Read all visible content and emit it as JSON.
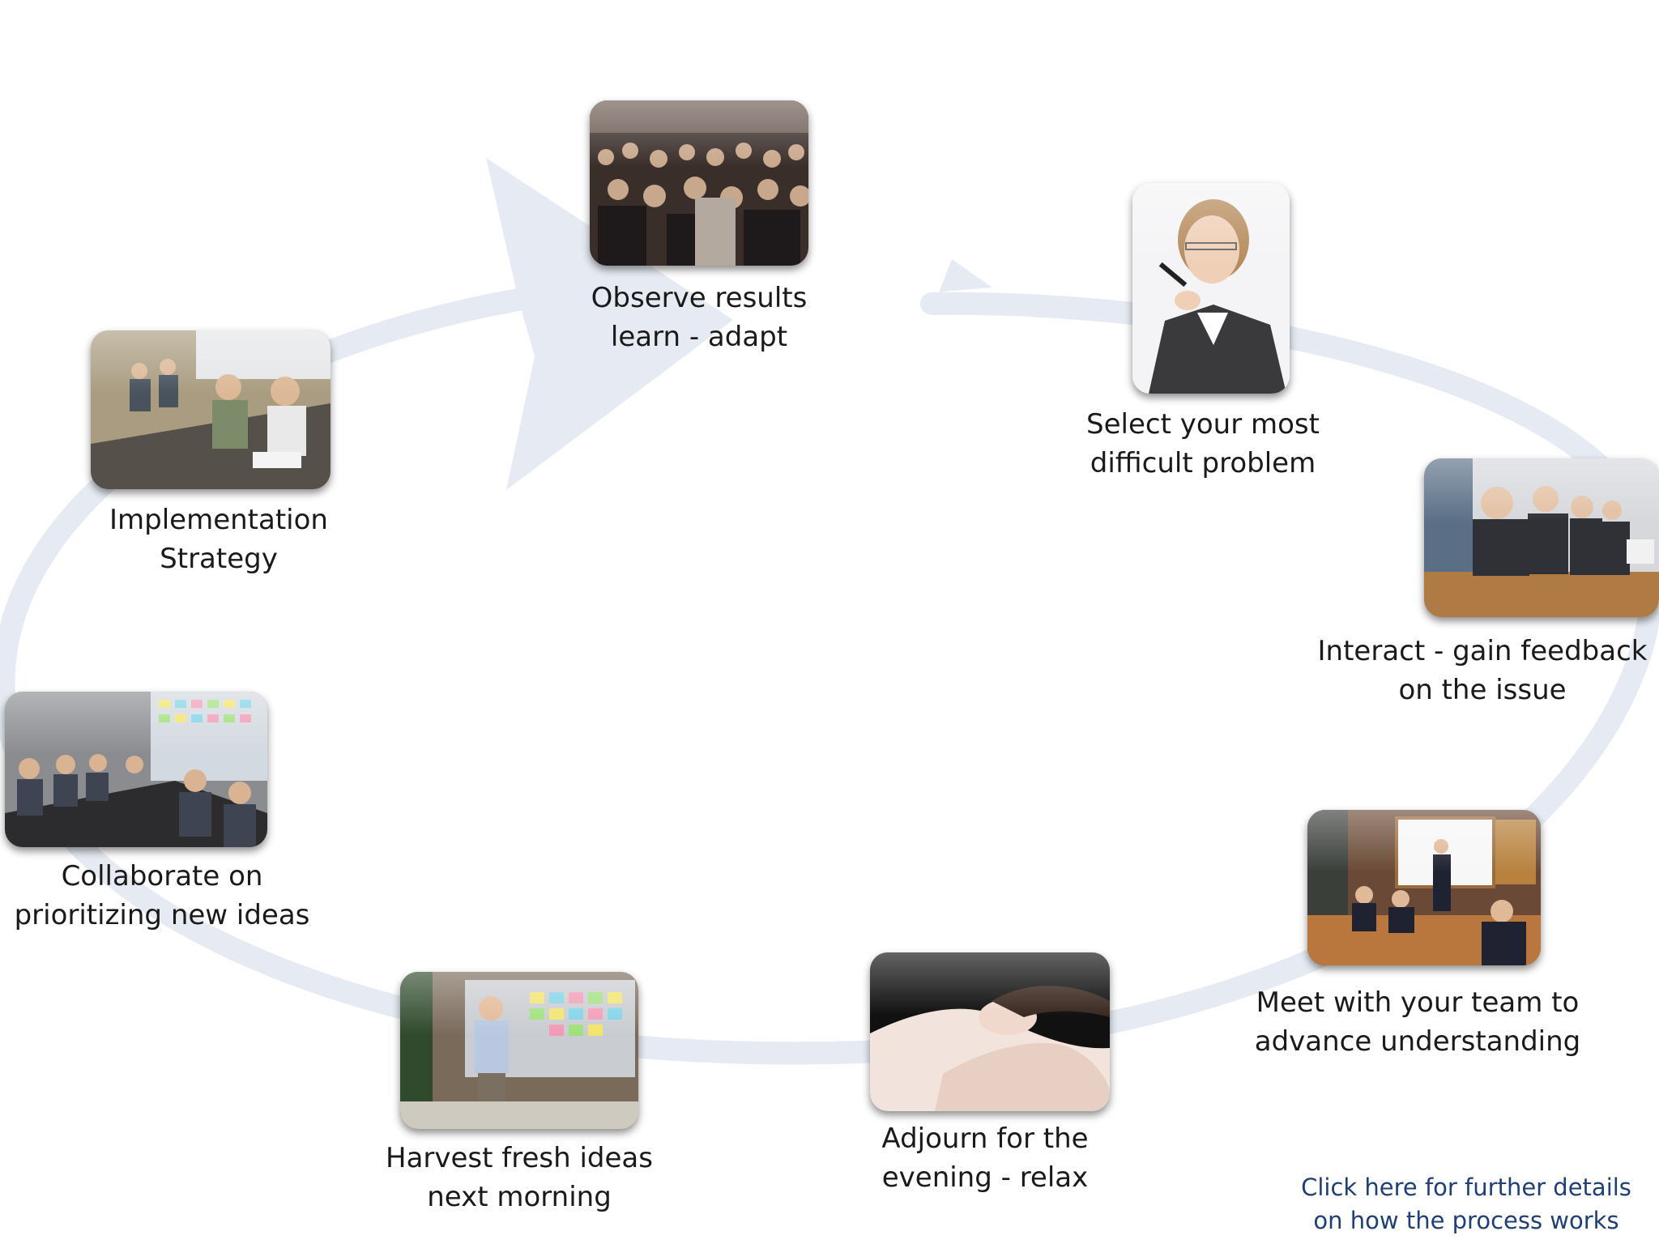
{
  "colors": {
    "arrow": "#e6ebf3",
    "caption_text": "#1a1a1a",
    "link_text": "#1f3f77"
  },
  "steps": [
    {
      "id": "select-problem",
      "line1": "Select your most",
      "line2": "difficult problem",
      "photo": "woman-thinking-photo"
    },
    {
      "id": "interact",
      "line1": "Interact - gain feedback",
      "line2": "on the issue",
      "photo": "meeting-table-photo"
    },
    {
      "id": "meet-team",
      "line1": "Meet with your team to",
      "line2": "advance understanding",
      "photo": "whiteboard-presentation-photo"
    },
    {
      "id": "adjourn",
      "line1": "Adjourn for the",
      "line2": "evening - relax",
      "photo": "sleeping-woman-photo"
    },
    {
      "id": "harvest",
      "line1": "Harvest fresh ideas",
      "line2": "next morning",
      "photo": "presenter-sticky-notes-photo"
    },
    {
      "id": "collaborate",
      "line1": "Collaborate on",
      "line2": "prioritizing new ideas",
      "photo": "team-collaboration-photo"
    },
    {
      "id": "implementation",
      "line1": "Implementation",
      "line2": "Strategy",
      "photo": "workshop-table-photo"
    },
    {
      "id": "observe",
      "line1": "Observe results",
      "line2": "learn - adapt",
      "photo": "audience-applause-photo"
    }
  ],
  "link": {
    "line1": "Click here for further details",
    "line2": "on how the process works"
  }
}
